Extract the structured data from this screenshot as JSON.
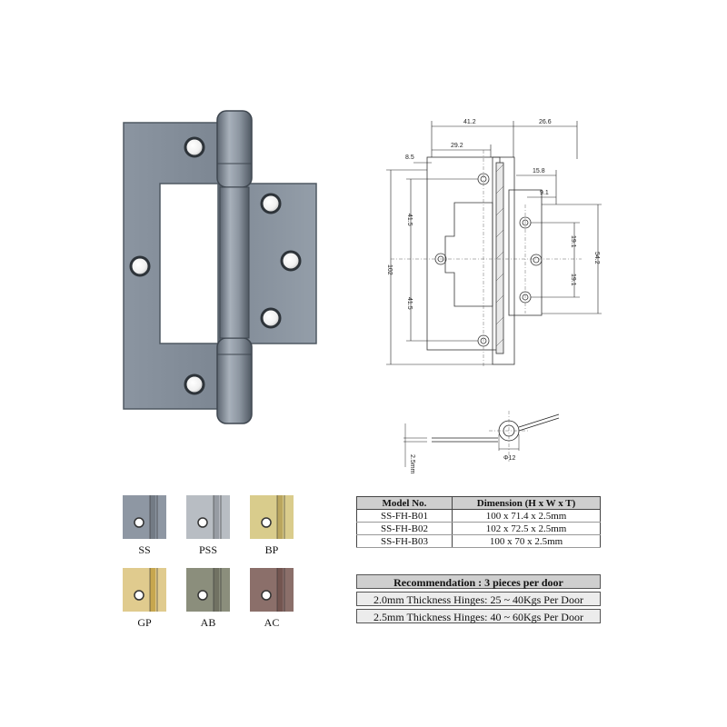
{
  "finishes": [
    {
      "code": "SS",
      "base": "#8e97a3",
      "hole": "#6d747d"
    },
    {
      "code": "PSS",
      "base": "#b8bdc3",
      "hole": "#8e949b"
    },
    {
      "code": "BP",
      "base": "#d9cc8c",
      "hole": "#b29c52"
    },
    {
      "code": "GP",
      "base": "#e0cb8e",
      "hole": "#c19e40"
    },
    {
      "code": "AB",
      "base": "#8b8e7c",
      "hole": "#6a6c5c"
    },
    {
      "code": "AC",
      "base": "#8b6f6a",
      "hole": "#6d4f4a"
    }
  ],
  "spec_table": {
    "headers": [
      "Model No.",
      "Dimension (H x W x T)"
    ],
    "rows": [
      [
        "SS-FH-B01",
        "100 x 71.4 x 2.5mm"
      ],
      [
        "SS-FH-B02",
        "102 x 72.5 x 2.5mm"
      ],
      [
        "SS-FH-B03",
        "100 x 70 x 2.5mm"
      ]
    ]
  },
  "recommendation": {
    "title": "Recommendation : 3 pieces per door",
    "lines": [
      "2.0mm Thickness Hinges: 25 ~ 40Kgs Per Door",
      "2.5mm Thickness Hinges: 40 ~ 60Kgs Per Door"
    ]
  },
  "drawing": {
    "dim_41_2": "41.2",
    "dim_26_6": "26.6",
    "dim_29_2": "29.2",
    "dim_8_5": "8.5",
    "dim_15_8": "15.8",
    "dim_9_1": "9.1",
    "dim_102": "102",
    "dim_41_5_top": "41.5",
    "dim_41_5_bottom": "41.5",
    "dim_19_1_top": "19.1",
    "dim_19_1_bottom": "19.1",
    "dim_54_2": "54.2",
    "dim_thickness": "2.5mm",
    "dim_pin": "Φ12"
  },
  "colors": {
    "hinge_steel": "#8a94a0",
    "hinge_dark": "#5f6873",
    "hinge_light": "#aab3bd"
  }
}
